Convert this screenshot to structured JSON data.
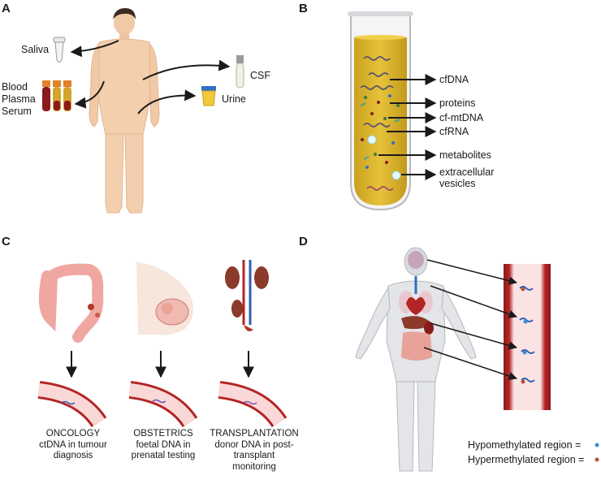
{
  "panels": {
    "a": {
      "letter": "A",
      "saliva": "Saliva",
      "blood_lines": [
        "Blood",
        "Plasma",
        "Serum"
      ],
      "csf": "CSF",
      "urine": "Urine"
    },
    "b": {
      "letter": "B",
      "labels": [
        "cfDNA",
        "proteins",
        "cf-mtDNA",
        "cfRNA",
        "metabolites",
        "extracellular",
        "vesicles"
      ]
    },
    "c": {
      "letter": "C",
      "captions": [
        {
          "title": "ONCOLOGY",
          "lines": [
            "ctDNA in tumour",
            "diagnosis"
          ]
        },
        {
          "title": "OBSTETRICS",
          "lines": [
            "foetal DNA in",
            "prenatal testing"
          ]
        },
        {
          "title": "TRANSPLANTATION",
          "lines": [
            "donor DNA in post-",
            "transplant",
            "monitoring"
          ]
        }
      ]
    },
    "d": {
      "letter": "D",
      "legend": [
        {
          "text": "Hypomethylated region =",
          "color": "#3b8fd6"
        },
        {
          "text": "Hypermethylated region =",
          "color": "#b5533a"
        }
      ]
    }
  }
}
